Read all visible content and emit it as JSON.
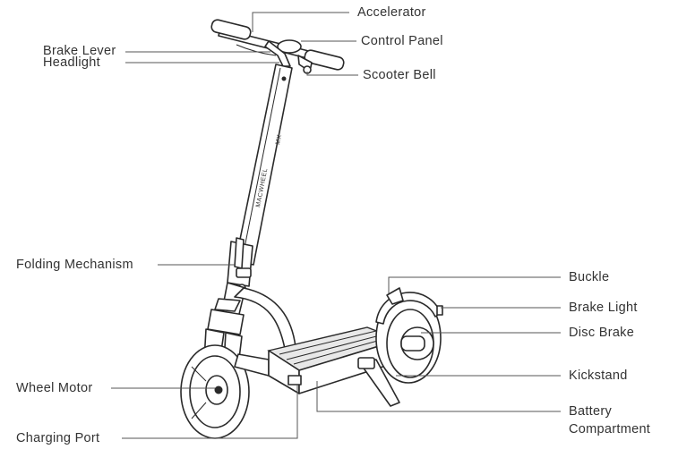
{
  "labels": {
    "accelerator": "Accelerator",
    "control_panel": "Control Panel",
    "brake_lever": "Brake Lever",
    "headlight": "Headlight",
    "scooter_bell": "Scooter Bell",
    "folding_mechanism": "Folding Mechanism",
    "buckle": "Buckle",
    "brake_light": "Brake Light",
    "disc_brake": "Disc Brake",
    "kickstand": "Kickstand",
    "wheel_motor": "Wheel Motor",
    "battery_line1": "Battery",
    "battery_line2": "Compartment",
    "charging_port": "Charging Port"
  },
  "stem_branding": "MACWHEEL",
  "stem_model": "MX"
}
